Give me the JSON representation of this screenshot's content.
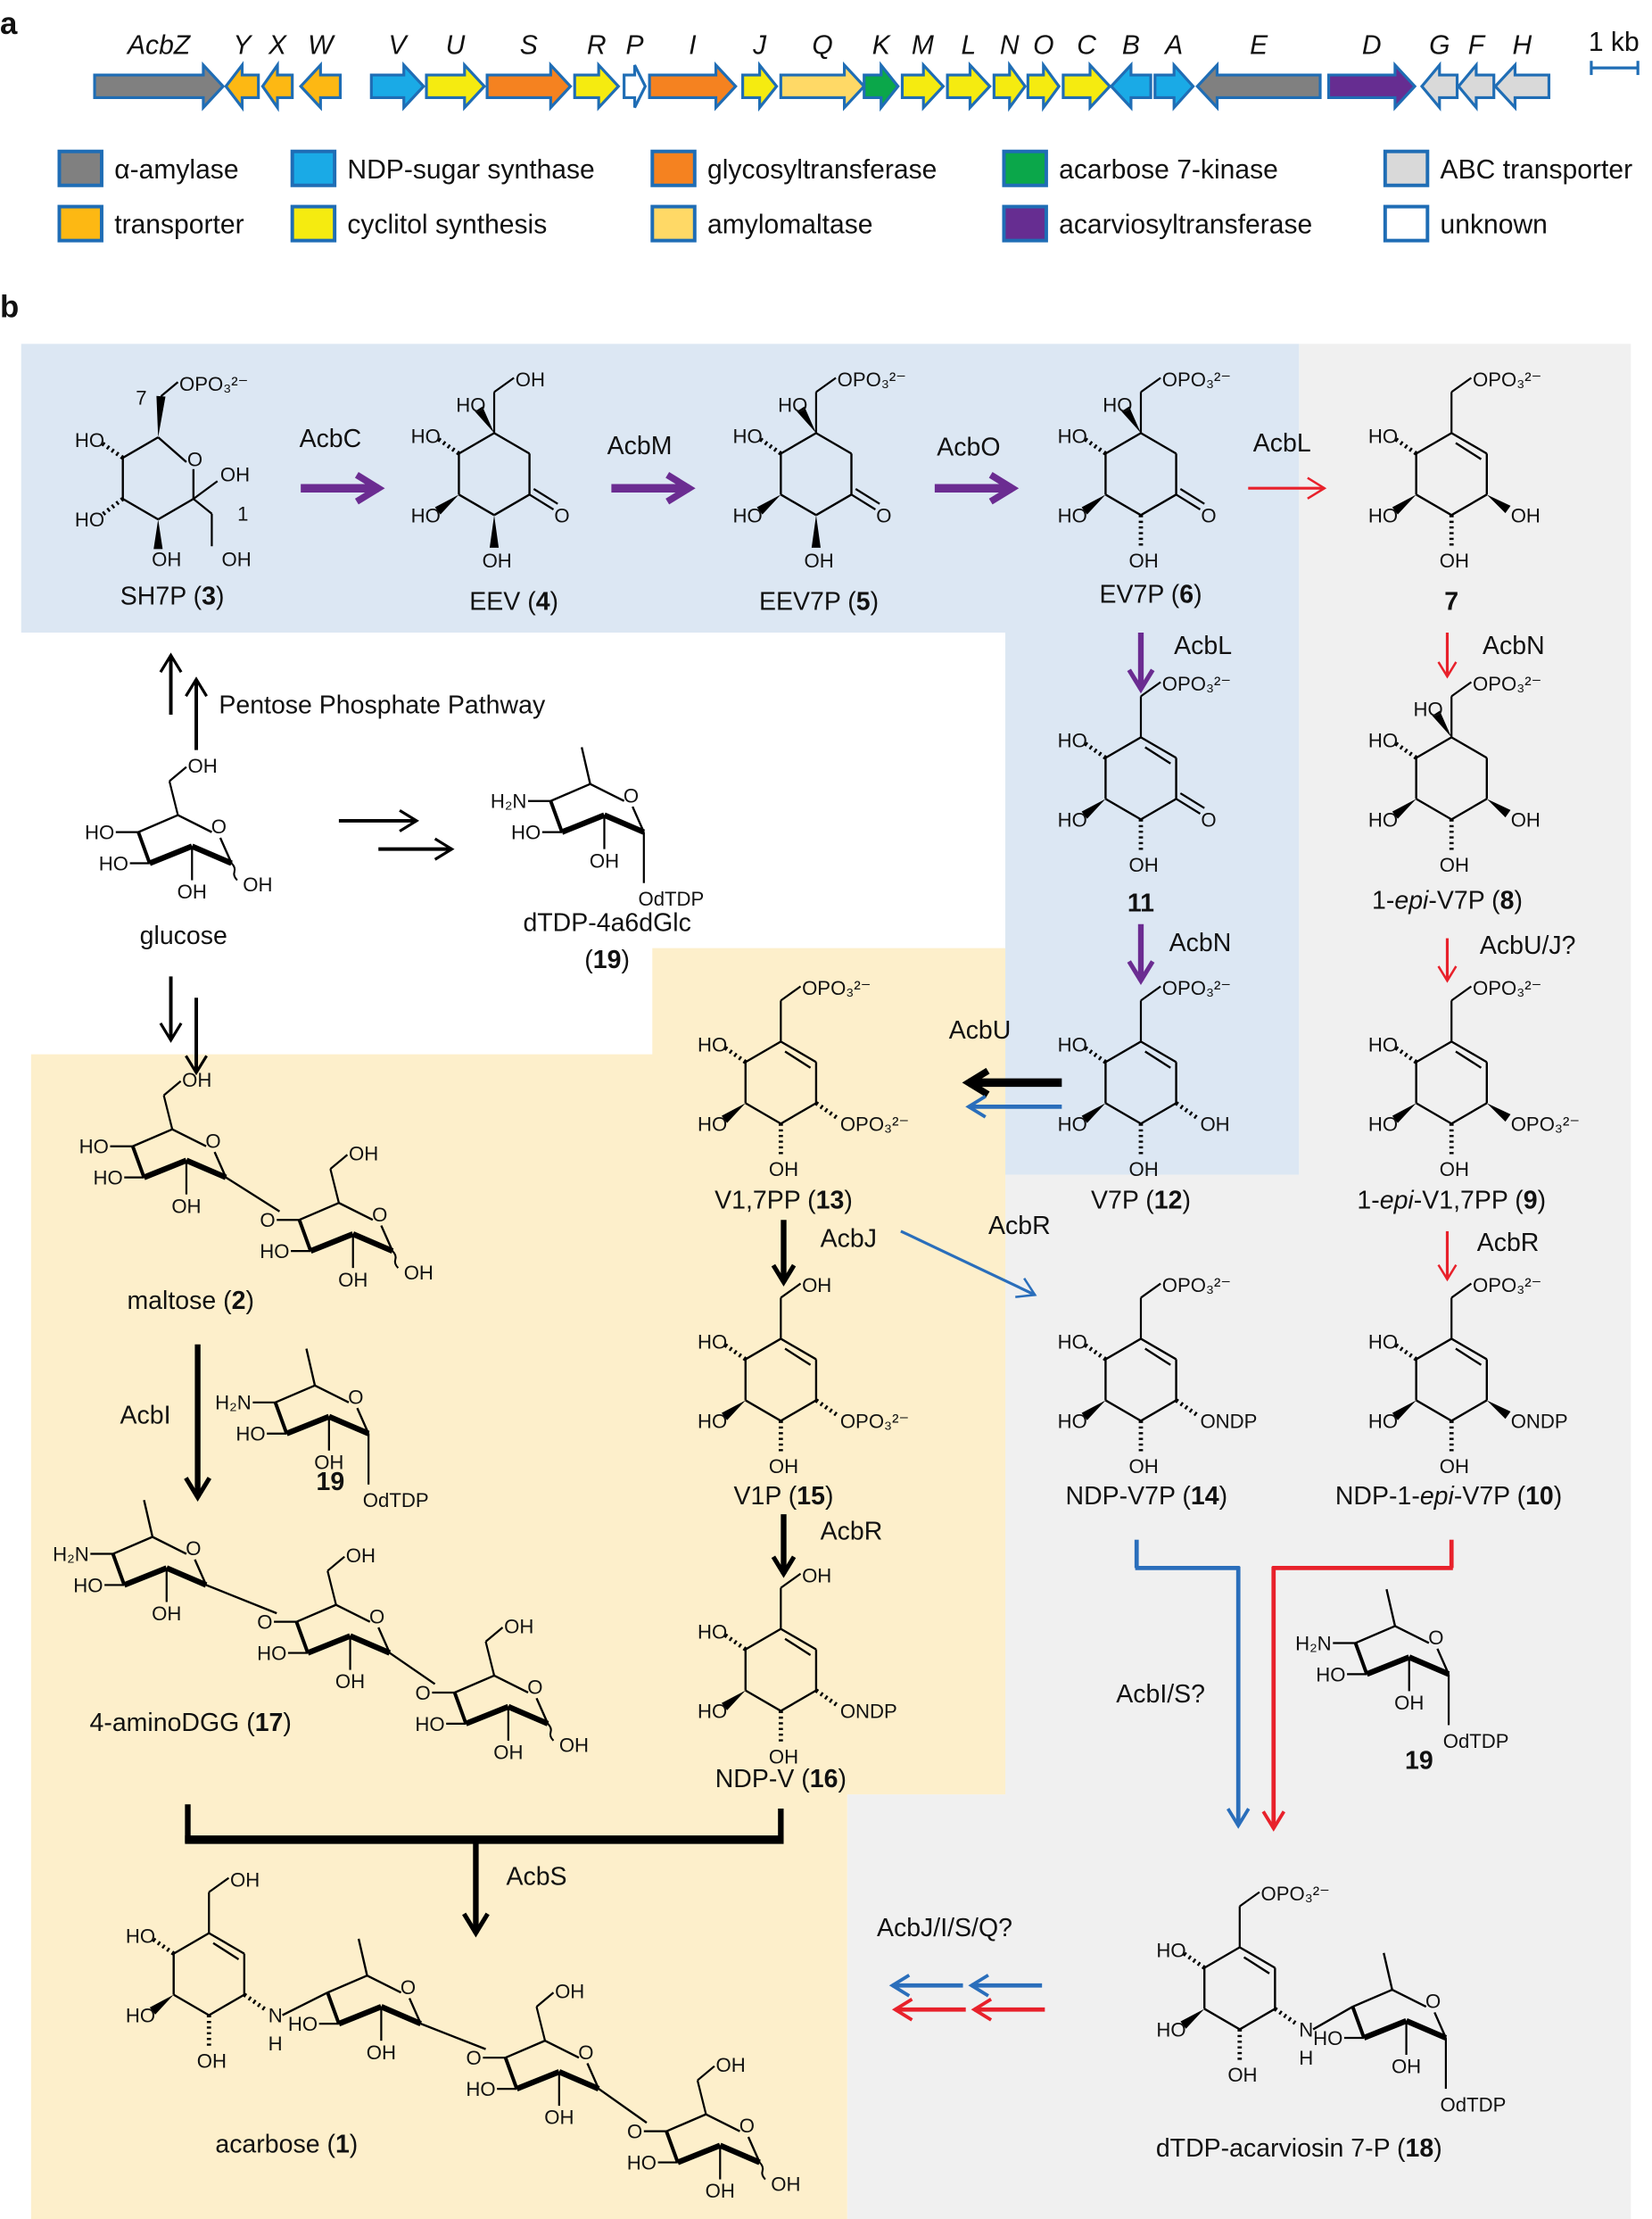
{
  "panel_a": {
    "label": "a",
    "scale_label": "1 kb",
    "outline_color": "#1F6DB5",
    "legend": [
      {
        "key": "alpha_amylase",
        "label": "α-amylase",
        "color": "#808080"
      },
      {
        "key": "ndp_sugar",
        "label": "NDP-sugar synthase",
        "color": "#1AAAE6"
      },
      {
        "key": "glycosyltransferase",
        "label": "glycosyltransferase",
        "color": "#F58220"
      },
      {
        "key": "kinase",
        "label": "acarbose 7-kinase",
        "color": "#0BA74A"
      },
      {
        "key": "abc",
        "label": "ABC transporter",
        "color": "#D9D9D9"
      },
      {
        "key": "transporter",
        "label": "transporter",
        "color": "#FDB813"
      },
      {
        "key": "cyclitol",
        "label": "cyclitol synthesis",
        "color": "#F5EB10"
      },
      {
        "key": "amylomaltase",
        "label": "amylomaltase",
        "color": "#FFD966"
      },
      {
        "key": "acarviosyltransferase",
        "label": "acarviosyltransferase",
        "color": "#662D91"
      },
      {
        "key": "unknown",
        "label": "unknown",
        "color": "#FFFFFF"
      }
    ],
    "genes": [
      {
        "name": "AcbZ",
        "dir": "right",
        "category": "alpha_amylase"
      },
      {
        "name": "Y",
        "dir": "left",
        "category": "transporter"
      },
      {
        "name": "X",
        "dir": "left",
        "category": "transporter"
      },
      {
        "name": "W",
        "dir": "left",
        "category": "transporter"
      },
      {
        "name": "V",
        "dir": "right",
        "category": "ndp_sugar"
      },
      {
        "name": "U",
        "dir": "right",
        "category": "cyclitol"
      },
      {
        "name": "S",
        "dir": "right",
        "category": "glycosyltransferase"
      },
      {
        "name": "R",
        "dir": "right",
        "category": "cyclitol"
      },
      {
        "name": "P",
        "dir": "right",
        "category": "unknown"
      },
      {
        "name": "I",
        "dir": "right",
        "category": "glycosyltransferase"
      },
      {
        "name": "J",
        "dir": "right",
        "category": "cyclitol"
      },
      {
        "name": "Q",
        "dir": "right",
        "category": "amylomaltase"
      },
      {
        "name": "K",
        "dir": "right",
        "category": "kinase"
      },
      {
        "name": "M",
        "dir": "right",
        "category": "cyclitol"
      },
      {
        "name": "L",
        "dir": "right",
        "category": "cyclitol"
      },
      {
        "name": "N",
        "dir": "right",
        "category": "cyclitol"
      },
      {
        "name": "O",
        "dir": "right",
        "category": "cyclitol"
      },
      {
        "name": "C",
        "dir": "right",
        "category": "cyclitol"
      },
      {
        "name": "B",
        "dir": "left",
        "category": "ndp_sugar"
      },
      {
        "name": "A",
        "dir": "right",
        "category": "ndp_sugar"
      },
      {
        "name": "E",
        "dir": "left",
        "category": "alpha_amylase"
      },
      {
        "name": "D",
        "dir": "right",
        "category": "acarviosyltransferase"
      },
      {
        "name": "G",
        "dir": "left",
        "category": "abc"
      },
      {
        "name": "F",
        "dir": "left",
        "category": "abc"
      },
      {
        "name": "H",
        "dir": "left",
        "category": "abc"
      }
    ]
  },
  "panel_b": {
    "label": "b",
    "colors": {
      "blue_region": "#DCE7F3",
      "gray_region": "#F0F0F0",
      "yellow_region": "#FDEFCB",
      "purple": "#6B2C91",
      "red": "#E8212B",
      "blue": "#2A6EBB",
      "black": "#000000"
    },
    "pentose_text": "Pentose Phosphate Pathway",
    "enzymes": {
      "acbC": "AcbC",
      "acbM": "AcbM",
      "acbO": "AcbO",
      "acbL_red": "AcbL",
      "acbL_purple": "AcbL",
      "acbN_red": "AcbN",
      "acbN_purple": "AcbN",
      "acbUJ": "AcbU/J?",
      "acbU": "AcbU",
      "acbR_blue": "AcbR",
      "acbJ": "AcbJ",
      "acbR_black": "AcbR",
      "acbR_red": "AcbR",
      "acbI": "AcbI",
      "acbS": "AcbS",
      "acbIS": "AcbI/S?",
      "acbJISQ": "AcbJ/I/S/Q?"
    },
    "molecules": {
      "sh7p": {
        "atoms": {
          "c7": "7",
          "top": "OPO₃²⁻",
          "ul": "HO",
          "ll": "HO",
          "b": "OH",
          "o": "O",
          "r": "OH",
          "c1": "1",
          "c1oh": "OH"
        },
        "label": [
          {
            "t": "SH7P ("
          },
          {
            "t": "3",
            "b": true
          },
          {
            "t": ")"
          }
        ]
      },
      "eev": {
        "atoms": {
          "top": "OH",
          "q": "HO",
          "ul": "HO",
          "ll": "HO",
          "b": "OH",
          "k": "O"
        },
        "label": [
          {
            "t": "EEV ("
          },
          {
            "t": "4",
            "b": true
          },
          {
            "t": ")"
          }
        ]
      },
      "eev7p": {
        "atoms": {
          "top": "OPO₃²⁻",
          "q": "HO",
          "ul": "HO",
          "ll": "HO",
          "b": "OH",
          "k": "O"
        },
        "label": [
          {
            "t": "EEV7P ("
          },
          {
            "t": "5",
            "b": true
          },
          {
            "t": ")"
          }
        ]
      },
      "ev7p": {
        "atoms": {
          "top": "OPO₃²⁻",
          "q": "HO",
          "ul": "HO",
          "ll": "HO",
          "b": "OH",
          "k": "O"
        },
        "label": [
          {
            "t": "EV7P ("
          },
          {
            "t": "6",
            "b": true
          },
          {
            "t": ")"
          }
        ]
      },
      "c7": {
        "atoms": {
          "top": "OPO₃²⁻",
          "ul": "HO",
          "ll": "HO",
          "b": "OH",
          "r": "OH"
        },
        "label": [
          {
            "t": "7",
            "b": true
          }
        ]
      },
      "c11": {
        "atoms": {
          "top": "OPO₃²⁻",
          "ul": "HO",
          "ll": "HO",
          "b": "OH",
          "k": "O"
        },
        "label": [
          {
            "t": "11",
            "b": true
          }
        ]
      },
      "c8": {
        "atoms": {
          "top": "OPO₃²⁻",
          "q": "HO",
          "ul": "HO",
          "ll": "HO",
          "b": "OH",
          "r": "OH"
        },
        "label": [
          {
            "t": "1-"
          },
          {
            "t": "epi",
            "i": true
          },
          {
            "t": "-V7P ("
          },
          {
            "t": "8",
            "b": true
          },
          {
            "t": ")"
          }
        ]
      },
      "c12": {
        "atoms": {
          "top": "OPO₃²⁻",
          "ul": "HO",
          "ll": "HO",
          "b": "OH",
          "r": "OH"
        },
        "label": [
          {
            "t": "V7P ("
          },
          {
            "t": "12",
            "b": true
          },
          {
            "t": ")"
          }
        ]
      },
      "c9": {
        "atoms": {
          "top": "OPO₃²⁻",
          "ul": "HO",
          "ll": "HO",
          "b": "OH",
          "r": "OPO₃²⁻"
        },
        "label": [
          {
            "t": "1-"
          },
          {
            "t": "epi",
            "i": true
          },
          {
            "t": "-V1,7PP ("
          },
          {
            "t": "9",
            "b": true
          },
          {
            "t": ")"
          }
        ]
      },
      "c13": {
        "atoms": {
          "top": "OPO₃²⁻",
          "ul": "HO",
          "ll": "HO",
          "b": "OH",
          "r": "OPO₃²⁻"
        },
        "label": [
          {
            "t": "V1,7PP ("
          },
          {
            "t": "13",
            "b": true
          },
          {
            "t": ")"
          }
        ]
      },
      "c15": {
        "atoms": {
          "top": "OH",
          "ul": "HO",
          "ll": "HO",
          "b": "OH",
          "r": "OPO₃²⁻"
        },
        "label": [
          {
            "t": "V1P ("
          },
          {
            "t": "15",
            "b": true
          },
          {
            "t": ")"
          }
        ]
      },
      "c16": {
        "atoms": {
          "top": "OH",
          "ul": "HO",
          "ll": "HO",
          "b": "OH",
          "r": "ONDP"
        },
        "label": [
          {
            "t": "NDP-V ("
          },
          {
            "t": "16",
            "b": true
          },
          {
            "t": ")"
          }
        ]
      },
      "c14": {
        "atoms": {
          "top": "OPO₃²⁻",
          "ul": "HO",
          "ll": "HO",
          "b": "OH",
          "r": "ONDP"
        },
        "label": [
          {
            "t": "NDP-V7P ("
          },
          {
            "t": "14",
            "b": true
          },
          {
            "t": ")"
          }
        ]
      },
      "c10": {
        "atoms": {
          "top": "OPO₃²⁻",
          "ul": "HO",
          "ll": "HO",
          "b": "OH",
          "r": "ONDP"
        },
        "label": [
          {
            "t": "NDP-1-"
          },
          {
            "t": "epi",
            "i": true
          },
          {
            "t": "-V7P ("
          },
          {
            "t": "10",
            "b": true
          },
          {
            "t": ")"
          }
        ]
      },
      "glucose": {
        "units": [
          {
            "c4": "HO",
            "c3": "HO",
            "c2": "OH",
            "c6": "OH",
            "o": "O",
            "c1": "OH"
          }
        ],
        "label": [
          {
            "t": "glucose"
          }
        ]
      },
      "dtdp19": {
        "units": [
          {
            "c4": "H₂N",
            "c3": "HO",
            "c2": "OH",
            "o": "O",
            "c1": "OdTDP"
          }
        ],
        "label": [
          {
            "t": "dTDP-4a6dGlc"
          }
        ],
        "label2": [
          {
            "t": "("
          },
          {
            "t": "19",
            "b": true
          },
          {
            "t": ")"
          }
        ]
      },
      "maltose": {
        "units": [
          {
            "c4": "HO",
            "c3": "HO",
            "c2": "OH",
            "c6": "OH",
            "o": "O"
          },
          {
            "c4": "O",
            "c3": "HO",
            "c2": "OH",
            "c6": "OH",
            "o": "O",
            "c1": "OH"
          }
        ],
        "label": [
          {
            "t": "maltose ("
          },
          {
            "t": "2",
            "b": true
          },
          {
            "t": ")"
          }
        ]
      },
      "s19_mid": {
        "units": [
          {
            "c4": "H₂N",
            "c3": "HO",
            "c2": "OH",
            "o": "O",
            "c1": "OdTDP"
          }
        ],
        "label": [
          {
            "t": "19",
            "b": true
          }
        ]
      },
      "amino17": {
        "units": [
          {
            "c4": "H₂N",
            "c3": "HO",
            "c2": "OH",
            "o": "O"
          },
          {
            "c4": "O",
            "c3": "HO",
            "c2": "OH",
            "c6": "OH",
            "o": "O"
          },
          {
            "c4": "O",
            "c3": "HO",
            "c2": "OH",
            "c6": "OH",
            "o": "O",
            "c1": "OH"
          }
        ],
        "label": [
          {
            "t": "4-aminoDGG ("
          },
          {
            "t": "17",
            "b": true
          },
          {
            "t": ")"
          }
        ]
      },
      "s19_right": {
        "units": [
          {
            "c4": "H₂N",
            "c3": "HO",
            "c2": "OH",
            "o": "O",
            "c1": "OdTDP"
          }
        ],
        "label": [
          {
            "t": "19",
            "b": true
          }
        ]
      },
      "acarbose": {
        "atoms": {
          "top": "OH",
          "ul": "HO",
          "ll": "HO",
          "b": "OH",
          "r": "N",
          "h": "H"
        },
        "units": [
          {
            "c3": "HO",
            "c2": "OH",
            "o": "O"
          },
          {
            "c4": "O",
            "c3": "HO",
            "c2": "OH",
            "c6": "OH",
            "o": "O"
          },
          {
            "c4": "O",
            "c3": "HO",
            "c2": "OH",
            "c6": "OH",
            "o": "O",
            "c1": "OH"
          }
        ],
        "label": [
          {
            "t": "acarbose ("
          },
          {
            "t": "1",
            "b": true
          },
          {
            "t": ")"
          }
        ]
      },
      "c18": {
        "atoms": {
          "top": "OPO₃²⁻",
          "ul": "HO",
          "ll": "HO",
          "b": "OH",
          "r": "N",
          "h": "H"
        },
        "units": [
          {
            "c3": "HO",
            "c2": "OH",
            "o": "O",
            "c1": "OdTDP"
          }
        ],
        "label": [
          {
            "t": "dTDP-acarviosin 7-P ("
          },
          {
            "t": "18",
            "b": true
          },
          {
            "t": ")"
          }
        ]
      }
    }
  }
}
